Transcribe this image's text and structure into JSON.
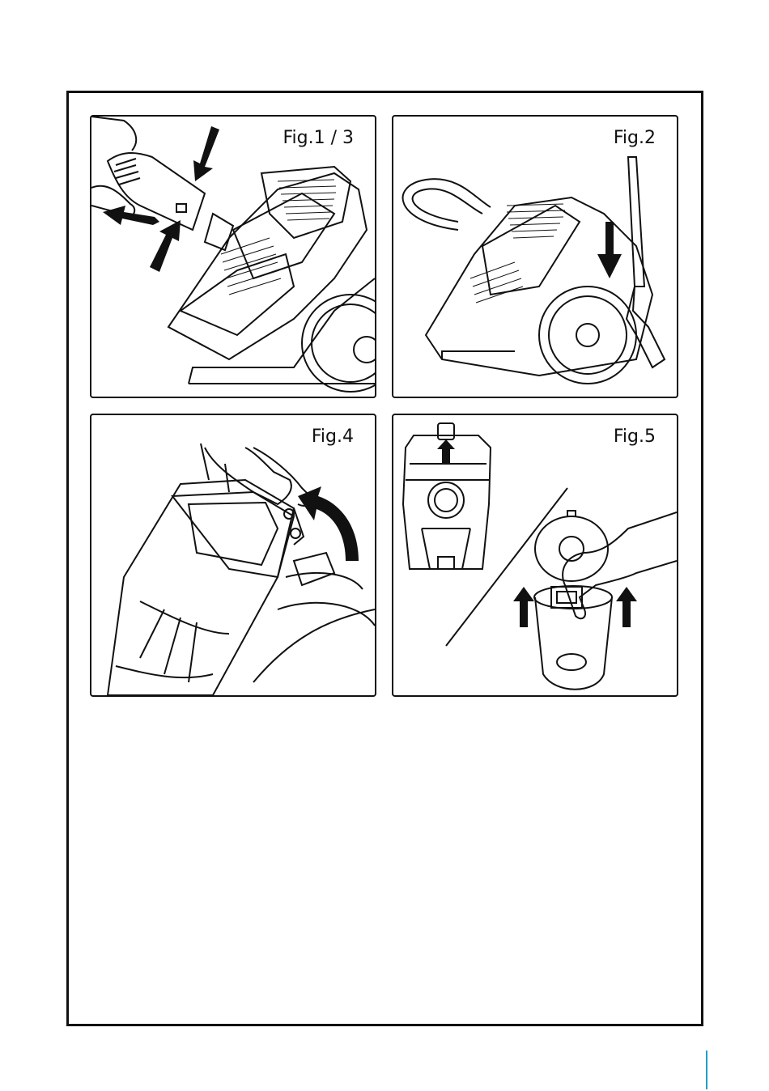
{
  "figures": [
    {
      "label": "Fig.1 / 3"
    },
    {
      "label": "Fig.2"
    },
    {
      "label": "Fig.4"
    },
    {
      "label": "Fig.5"
    }
  ],
  "colors": {
    "frame": "#111111",
    "accent": "#1aa0cf",
    "bg": "#ffffff"
  },
  "icons": [
    "arrow-icon",
    "hand-icon",
    "vacuum-cleaner-icon",
    "dust-container-icon",
    "filter-icon"
  ]
}
